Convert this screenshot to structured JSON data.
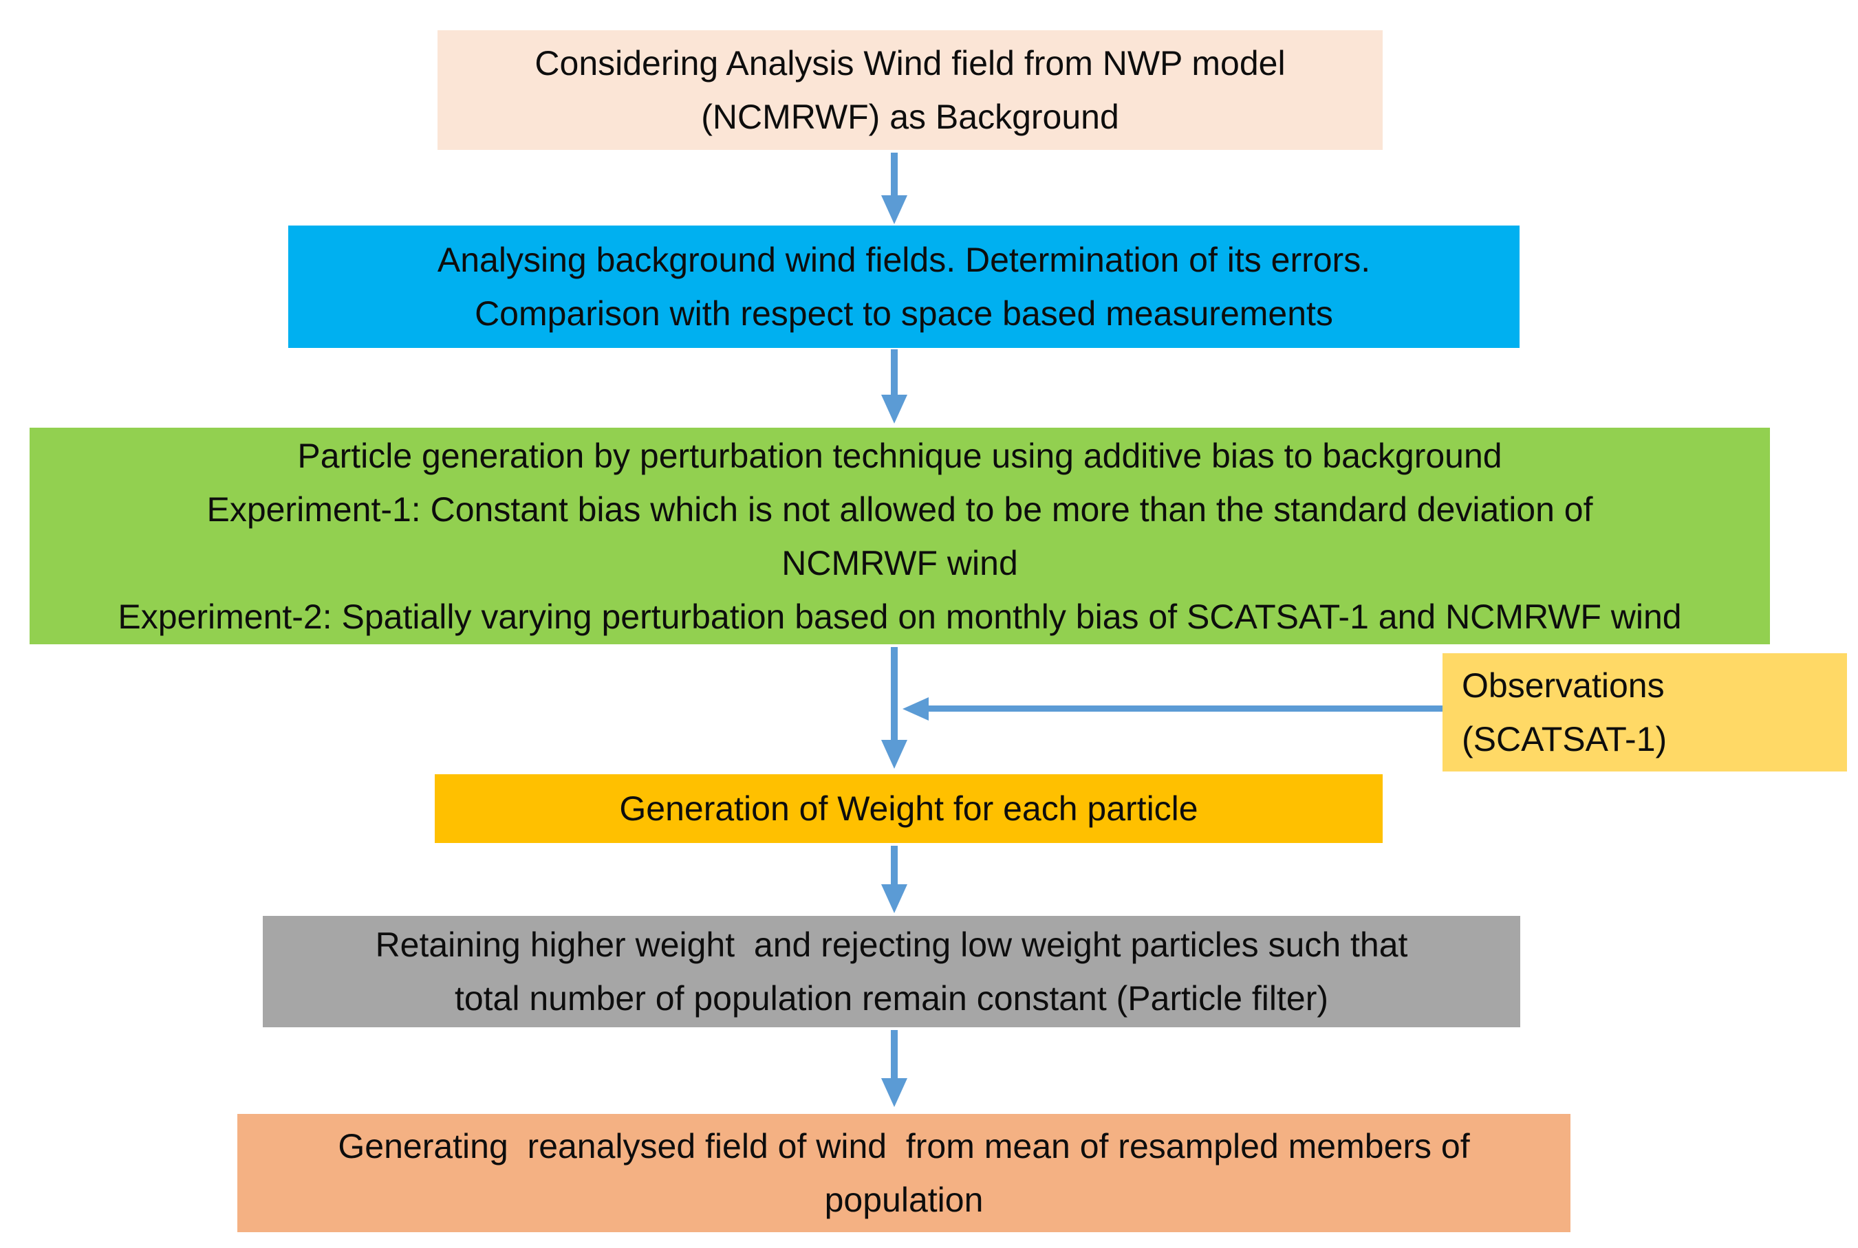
{
  "flowchart": {
    "boxes": {
      "background": {
        "lines": [
          "Considering Analysis Wind field from NWP model",
          "(NCMRWF) as Background"
        ]
      },
      "analysis": {
        "lines": [
          "Analysing background wind fields. Determination of its errors.",
          "Comparison with respect to space based measurements"
        ]
      },
      "particle_generation": {
        "lines": [
          "Particle generation by perturbation technique using additive bias to background",
          "Experiment-1: Constant bias which is not allowed to be more than the standard deviation of",
          "NCMRWF wind",
          "Experiment-2: Spatially varying perturbation based on monthly bias of SCATSAT-1 and NCMRWF wind"
        ]
      },
      "observations": {
        "lines": [
          "Observations",
          "(SCATSAT-1)"
        ]
      },
      "weight_generation": {
        "lines": [
          "Generation of Weight for each particle"
        ]
      },
      "particle_filter": {
        "lines": [
          "Retaining higher weight  and rejecting low weight particles such that",
          "total number of population remain constant (Particle filter)"
        ]
      },
      "reanalysis": {
        "lines": [
          "Generating  reanalysed field of wind  from mean of resampled members of",
          "population"
        ]
      }
    },
    "colors": {
      "background_box": "#FBE5D6",
      "analysis_box": "#00B0F0",
      "particle_generation_box": "#92D050",
      "observations_box": "#FFD966",
      "weight_generation_box": "#FFC000",
      "particle_filter_box": "#A6A6A6",
      "reanalysis_box": "#F4B183",
      "arrow": "#5B9BD5",
      "text": "#0D0D0D",
      "page_background": "#FFFFFF"
    }
  }
}
